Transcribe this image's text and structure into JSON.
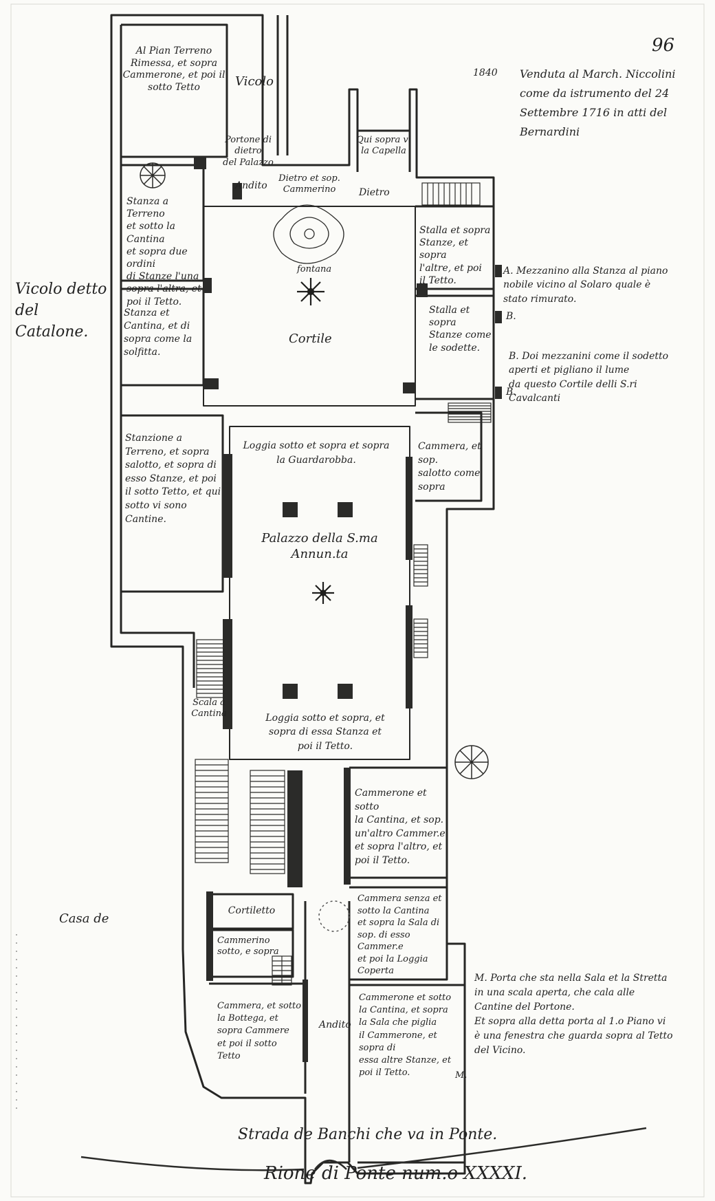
{
  "sheet": {
    "folio_number": "96",
    "year_note": "1840",
    "sale_note": "Venduta al March. Niccolini\ncome da istrumento del 24\nSettembre 1716 in atti del\nBernardini",
    "street_south": "Strada de Banchi che va in Ponte.",
    "district_title": "Rione di Ponte num.o XXXXI."
  },
  "streets": {
    "vicolo_top": "Vicolo",
    "vicolo_catalone": "Vicolo detto\ndel\nCatalone.",
    "casa_de": "Casa de"
  },
  "rooms": {
    "pian_terreno": "Al Pian Terreno\nRimessa, et sopra\nCammerone, et poi il\nsotto Tetto",
    "portone": "Portone di dietro\ndel Palazzo",
    "qui_sopra": "Qui sopra vi\nla Capella",
    "andito_top": "Andito",
    "dietro_cammerino": "Dietro et sop.\nCammerino",
    "dietro": "Dietro",
    "stanza_terreno": "Stanza a Terreno\net sotto la Cantina\net sopra due ordini\ndi Stanze l'una\nsopra l'altra, et\npoi il Tetto.",
    "fontana": "fontana",
    "stalla_right": "Stalla et sopra\nStanze, et sopra\nl'altre, et poi\nil Tetto.",
    "stanza_cantina": "Stanza et\nCantina, et di\nsopra come la\nsolfitta.",
    "cortile": "Cortile",
    "stalla_sopra": "Stalla et sopra\nStanze come\nle sodette.",
    "stanzione": "Stanzione a\nTerreno, et sopra\nsalotto, et sopra di\nesso Stanze, et poi\nil sotto Tetto, et qui\nsotto vi sono Cantine.",
    "loggia_top": "Loggia sotto et sopra et sopra\nla Guardarobba.",
    "cammera_sopra": "Cammera, et sop.\nsalotto come\nsopra",
    "palazzo": "Palazzo della S.ma Annun.ta",
    "scala_cantina": "Scala a\nCantina",
    "loggia_bottom": "Loggia sotto et sopra, et\nsopra di essa Stanza et\npoi il Tetto.",
    "cammerone_1": "Cammerone et sotto\nla Cantina, et sop.\nun'altro Cammer.e\net sopra l'altro, et\npoi il Tetto.",
    "cortiletto": "Cortiletto",
    "cammera_senza": "Cammera senza et\nsotto la Cantina\net sopra la Sala di\nsop. di esso Cammer.e\net poi la Loggia Coperta",
    "cammerino": "Cammerino\nsotto, e sopra",
    "cammerone_2": "Cammerone et sotto\nla Cantina, et sopra\nla Sala che piglia\nil Cammerone, et sopra di\nessa altre Stanze, et\npoi il Tetto.",
    "andito_bottom": "Andito",
    "cammera_bottega": "Cammera, et sotto\nla Bottega, et\nsopra Cammere\net poi il sotto Tetto"
  },
  "notes": {
    "note_a": "A. Mezzanino alla Stanza al piano\nnobile vicino al Solaro quale è\nstato rimurato.",
    "marker_b1": "B.",
    "note_b": "B. Doi mezzanini come il sodetto\naperti et pigliano il lume\nda questo Cortile delli S.ri\nCavalcanti",
    "marker_b3": "B.",
    "note_m": "M. Porta che sta nella Sala et la Stretta\nin una scala aperta, che cala alle\nCantine del Portone.\nEt sopra alla detta porta al 1.o Piano vi\nè una fenestra che guarda sopra al Tetto\ndel Vicino.",
    "marker_m": "M."
  }
}
